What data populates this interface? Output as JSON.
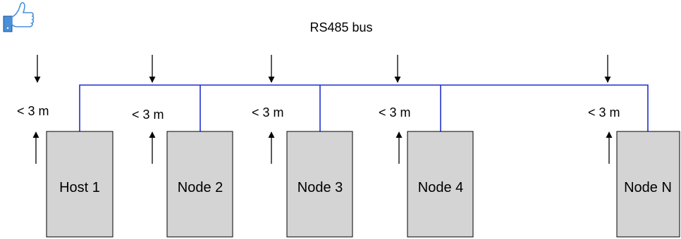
{
  "diagram": {
    "title": "RS485 bus",
    "distance_label": "< 3 m",
    "devices": [
      {
        "label": "Host 1"
      },
      {
        "label": "Node 2"
      },
      {
        "label": "Node 3"
      },
      {
        "label": "Node 4"
      },
      {
        "label": "Node N"
      }
    ],
    "colors": {
      "bus": "#1f2fd0",
      "box_fill": "#d4d4d4",
      "box_stroke": "#000000",
      "arrow": "#000000",
      "icon_blue": "#4a90d9"
    },
    "icon": "thumbs-up-icon"
  }
}
